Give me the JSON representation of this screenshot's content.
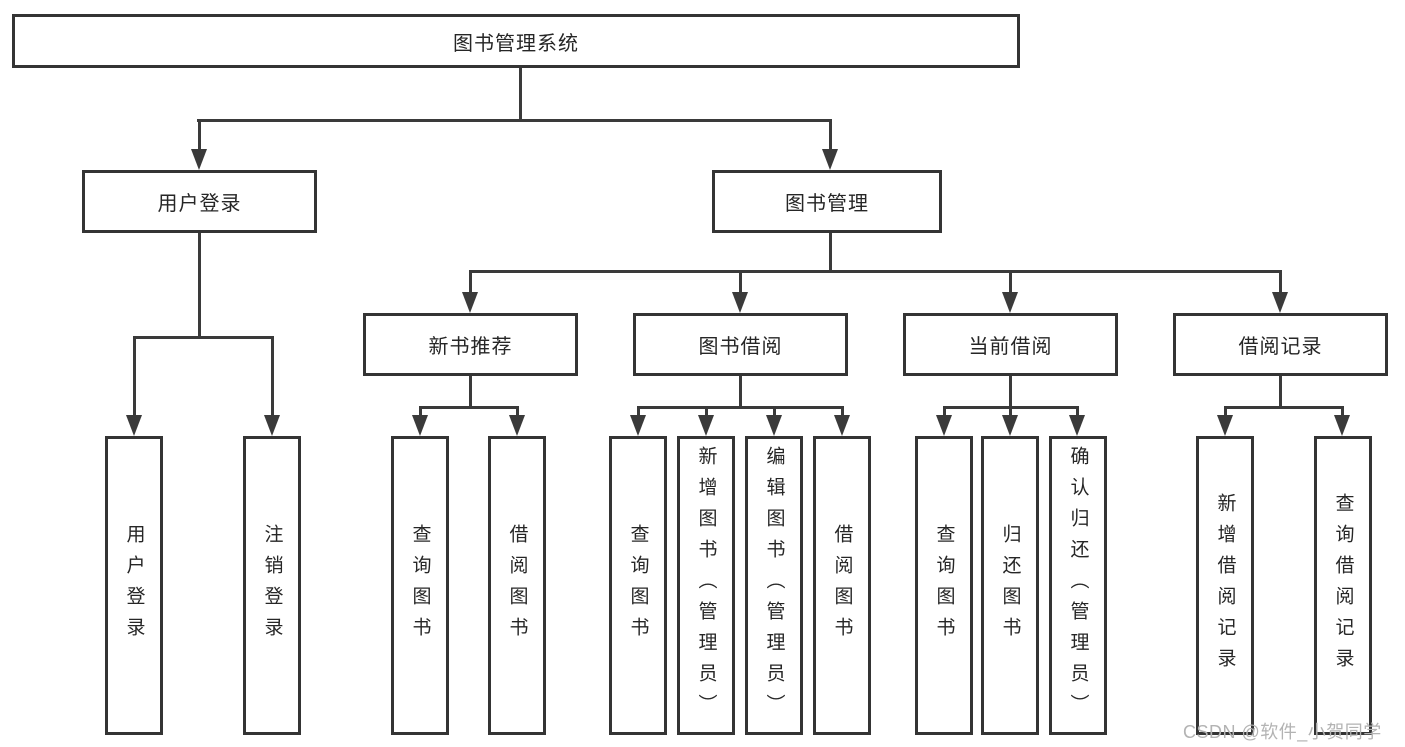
{
  "diagram_title": "图书管理系统",
  "tree": {
    "label": "图书管理系统",
    "children": [
      {
        "label": "用户登录",
        "children": [
          {
            "label": "用户登录"
          },
          {
            "label": "注销登录"
          }
        ]
      },
      {
        "label": "图书管理",
        "children": [
          {
            "label": "新书推荐",
            "children": [
              {
                "label": "查询图书"
              },
              {
                "label": "借阅图书"
              }
            ]
          },
          {
            "label": "图书借阅",
            "children": [
              {
                "label": "查询图书"
              },
              {
                "label": "新增图书（管理员）"
              },
              {
                "label": "编辑图书（管理员）"
              },
              {
                "label": "借阅图书"
              }
            ]
          },
          {
            "label": "当前借阅",
            "children": [
              {
                "label": "查询图书"
              },
              {
                "label": "归还图书"
              },
              {
                "label": "确认归还（管理员）"
              }
            ]
          },
          {
            "label": "借阅记录",
            "children": [
              {
                "label": "新增借阅记录"
              },
              {
                "label": "查询借阅记录"
              }
            ]
          }
        ]
      }
    ]
  },
  "watermark": {
    "text": "CSDN @软件_小贺同学"
  },
  "colors": {
    "line": "#3a3a3a",
    "box_border": "#343434",
    "text": "#262626",
    "background": "#ffffff",
    "watermark": "#b3b3b3"
  }
}
